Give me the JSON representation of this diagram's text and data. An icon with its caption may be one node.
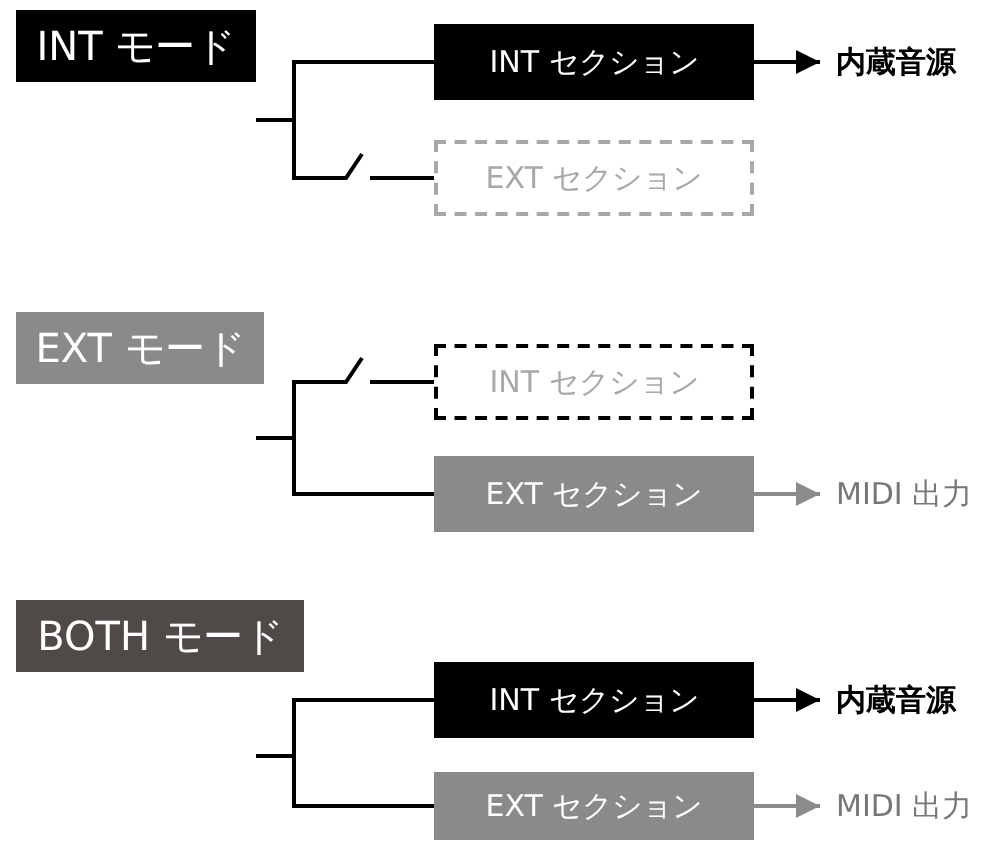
{
  "diagram": {
    "nodes": [
      {
        "text": [
          "INT モード"
        ]
      },
      {
        "text": [
          "INT セクション"
        ]
      },
      {
        "text": [
          "内蔵音源"
        ]
      },
      {
        "text": [
          "EXT セクション"
        ]
      },
      {
        "text": [
          "EXT モード"
        ]
      },
      {
        "text": [
          "INT セクション"
        ]
      },
      {
        "text": [
          "EXT セクション"
        ]
      },
      {
        "text": [
          "MIDI 出力"
        ]
      },
      {
        "text": [
          "BOTH モード"
        ]
      },
      {
        "text": [
          "INT セクション"
        ]
      },
      {
        "text": [
          "内蔵音源"
        ]
      },
      {
        "text": [
          "EXT セクション"
        ]
      },
      {
        "text": [
          "MIDI 出力"
        ]
      }
    ],
    "edges": [
      {
        "from": null,
        "to": 1,
        "arrow": "none"
      },
      {
        "from": null,
        "to": 3,
        "arrow": "none"
      },
      {
        "from": 1,
        "to": 2,
        "arrow": "to"
      },
      {
        "from": null,
        "to": 5,
        "arrow": "none"
      },
      {
        "from": null,
        "to": 6,
        "arrow": "none"
      },
      {
        "from": 6,
        "to": 7,
        "arrow": "to",
        "color": "#8c8c8c"
      },
      {
        "from": null,
        "to": 9,
        "arrow": "none"
      },
      {
        "from": null,
        "to": 11,
        "arrow": "none"
      },
      {
        "from": 9,
        "to": 10,
        "arrow": "to"
      },
      {
        "from": 11,
        "to": 12,
        "arrow": "to",
        "color": "#8c8c8c"
      }
    ]
  }
}
